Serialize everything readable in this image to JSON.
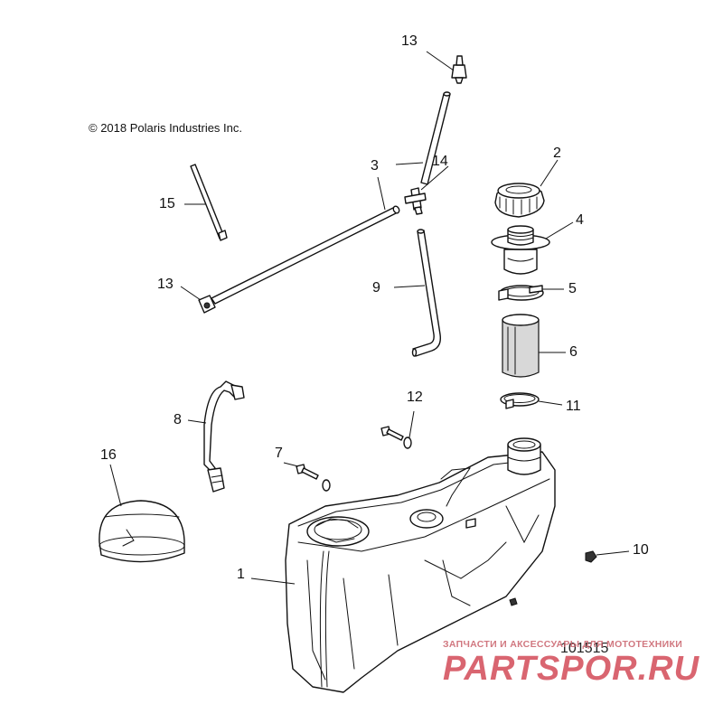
{
  "copyright": "© 2018 Polaris Industries Inc.",
  "diagram_number": "101515",
  "watermark": {
    "tagline": "ЗАПЧАСТИ И АКСЕССУАРЫ ДЛЯ МОТОТЕХНИКИ",
    "logo_text": "PARTSPOR.RU",
    "color": "#d24a57"
  },
  "callouts": {
    "c1": "1",
    "c2": "2",
    "c3": "3",
    "c4": "4",
    "c5": "5",
    "c6": "6",
    "c7": "7",
    "c8": "8",
    "c9": "9",
    "c10": "10",
    "c11": "11",
    "c12": "12",
    "c13_top": "13",
    "c13_left": "13",
    "c14": "14",
    "c15": "15",
    "c16": "16"
  }
}
